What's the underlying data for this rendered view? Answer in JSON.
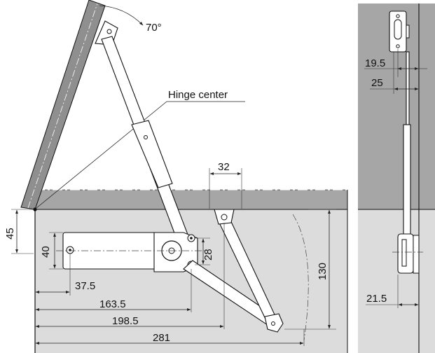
{
  "angle_label": "70°",
  "hinge_label": "Hinge center",
  "dims": {
    "d32": "32",
    "d45": "45",
    "d40": "40",
    "d28": "28",
    "d130": "130",
    "d37_5": "37.5",
    "d163_5": "163.5",
    "d198_5": "198.5",
    "d281": "281",
    "d19_5": "19.5",
    "d25": "25",
    "d21_5": "21.5"
  },
  "colors": {
    "cabinet": "#dcdcdc",
    "lid": "#8f8f8f",
    "top_panel": "#a6a6a6",
    "side_panel": "#a6a6a6"
  }
}
